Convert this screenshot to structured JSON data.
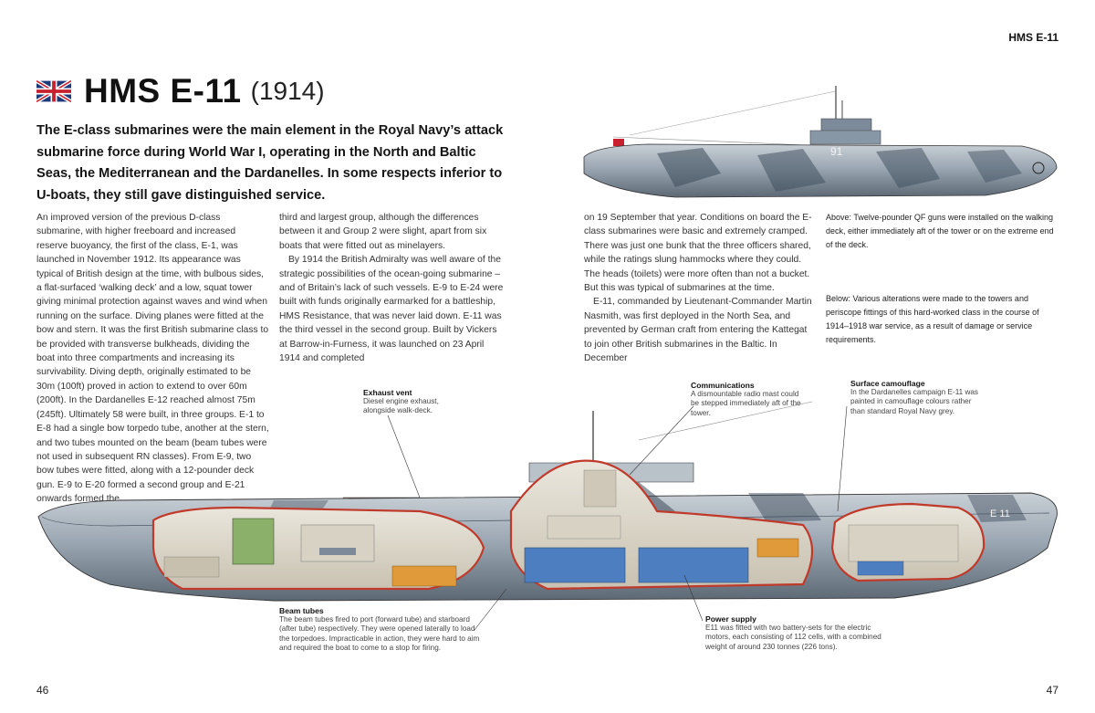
{
  "running_head": "HMS E-11",
  "page_numbers": {
    "left": "46",
    "right": "47"
  },
  "title": {
    "name": "HMS E-11",
    "year": "(1914)",
    "flag_icon": "union-jack-flag"
  },
  "intro": "The E-class submarines were the main element in the Royal Navy’s attack submarine force during World War I, operating in the North and Baltic Seas, the Mediterranean and the Dardanelles. In some respects inferior to U-boats, they still gave distinguished service.",
  "body": {
    "col1": [
      "An improved version of the previous D-class submarine, with higher freeboard and increased reserve buoyancy, the first of the class, E-1, was launched in November 1912. Its appearance was typical of British design at the time, with bulbous sides, a flat-surfaced ‘walking deck’ and a low, squat tower giving minimal protection against waves and wind when running on the surface. Diving planes were fitted at the bow and stern. It was the first British submarine class to be provided with transverse bulkheads, dividing the boat into three compartments and increasing its survivability. Diving depth, originally estimated to be 30m (100ft) proved in action to extend to over 60m (200ft). In the Dardanelles E-12 reached almost 75m (245ft). Ultimately 58 were built, in three groups. E-1 to E-8 had a single bow torpedo tube, another at the stern, and two tubes mounted on the beam (beam tubes were not used in subsequent RN classes). From E-9, two bow tubes were fitted, along with a 12-pounder deck gun. E-9 to E-20 formed a second group and E-21 onwards formed the"
    ],
    "col2": [
      "third and largest group, although the differences between it and Group 2 were slight, apart from six boats that were fitted out as minelayers.",
      "By 1914 the British Admiralty was well aware of the strategic possibilities of the ocean-going submarine – and of Britain’s lack of such vessels. E-9 to E-24 were built with funds originally earmarked for a battleship, HMS Resistance, that was never laid down. E-11 was the third vessel in the second group. Built by Vickers at Barrow-in-Furness, it was launched on 23 April 1914 and completed"
    ],
    "col3": [
      "on 19 September that year. Conditions on board the E-class submarines were basic and extremely cramped. There was just one bunk that the three officers shared, while the ratings slung hammocks where they could. The heads (toilets) were more often than not a bucket. But this was typical of submarines at the time.",
      "E-11, commanded by Lieutenant-Commander Martin Nasmith, was first deployed in the North Sea, and prevented by German craft from entering the Kattegat to join other British submarines in the Baltic. In December"
    ]
  },
  "captions": {
    "above": "Above: Twelve-pounder QF guns were installed on the walking deck, either immediately aft of the tower or on the extreme end of the deck.",
    "below": "Below: Various alterations were made to the towers and periscope fittings of this hard-worked class in the course of 1914–1918 war service, as a result of damage or service requirements."
  },
  "profile_hull_number": "91",
  "cutaway_hull_marking": "E 11",
  "labels": {
    "exhaust": {
      "title": "Exhaust vent",
      "text": "Diesel engine exhaust, alongside walk-deck."
    },
    "comm": {
      "title": "Communications",
      "text": "A dismountable radio mast could be stepped immediately aft of the tower."
    },
    "camo": {
      "title": "Surface camouflage",
      "text": "In the Dardanelles campaign E-11 was painted in camouflage colours rather than standard Royal Navy grey."
    },
    "beam": {
      "title": "Beam tubes",
      "text": "The beam tubes fired to port (forward tube) and starboard (after tube) respectively. They were opened laterally to load the torpedoes. Impracticable in action, they were hard to aim and required the boat to come to a stop for firing."
    },
    "power": {
      "title": "Power supply",
      "text": "E11 was fitted with two battery-sets for the electric motors, each consisting of 112 cells, with a combined weight of around 230 tonnes (226 tons)."
    }
  },
  "colors": {
    "hull_grey": "#9aa6b2",
    "camo_dark": "#3c4a5a",
    "cutaway_red": "#c03a2b",
    "battery_blue": "#4d7fc0",
    "engine_orange": "#e09a3a"
  }
}
